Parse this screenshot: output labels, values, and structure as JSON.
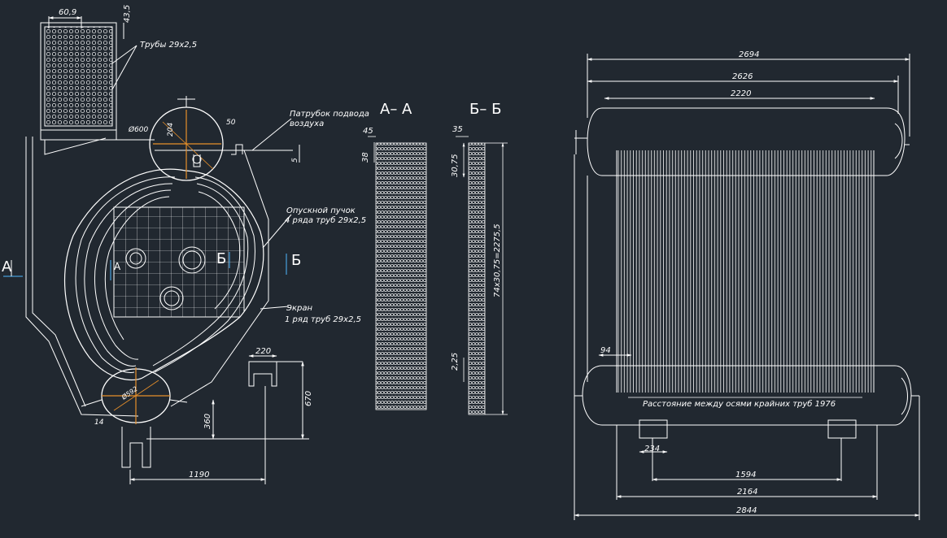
{
  "colors": {
    "background": "#212830",
    "line": "#ffffff",
    "center": "#e8902a",
    "marker": "#4fb8ff"
  },
  "left_view": {
    "dim_top_width": "60,9",
    "dim_top_right": "43,5",
    "note_tubes": "Трубы 29x2,5",
    "note_air_inlet_1": "Патрубок подвода",
    "note_air_inlet_2": "воздуха",
    "dim_drum_diam": "Ø600",
    "dim_204": "204",
    "dim_50": "50",
    "dim_5": "5",
    "note_downcomer_1": "Опускной пучок",
    "note_downcomer_2": "4 ряда труб 29x2,5",
    "note_screen_1": "Экран",
    "note_screen_2": "1 ряд труб 29x2,5",
    "dim_220": "220",
    "dim_670": "670",
    "dim_360": "360",
    "dim_1190": "1190",
    "dim_lower_drum": "Ø592",
    "dim_14": "14",
    "section_a_left": "А",
    "section_a_mid": "А",
    "section_b_mid": "Б",
    "section_b_right": "Б"
  },
  "section_aa": {
    "title": "А– А",
    "dim_45": "45",
    "dim_38": "38"
  },
  "section_bb": {
    "title": "Б– Б",
    "dim_35": "35",
    "dim_3075": "30,75",
    "dim_long": "74x30,75=2275,5",
    "dim_225": "2,25"
  },
  "right_view": {
    "dim_2694": "2694",
    "dim_2626": "2626",
    "dim_2220": "2220",
    "dim_94": "94",
    "note_axis": "Расстояние между осями крайних труб 1976",
    "dim_234": "234",
    "dim_1594": "1594",
    "dim_2164": "2164",
    "dim_2844": "2844"
  }
}
